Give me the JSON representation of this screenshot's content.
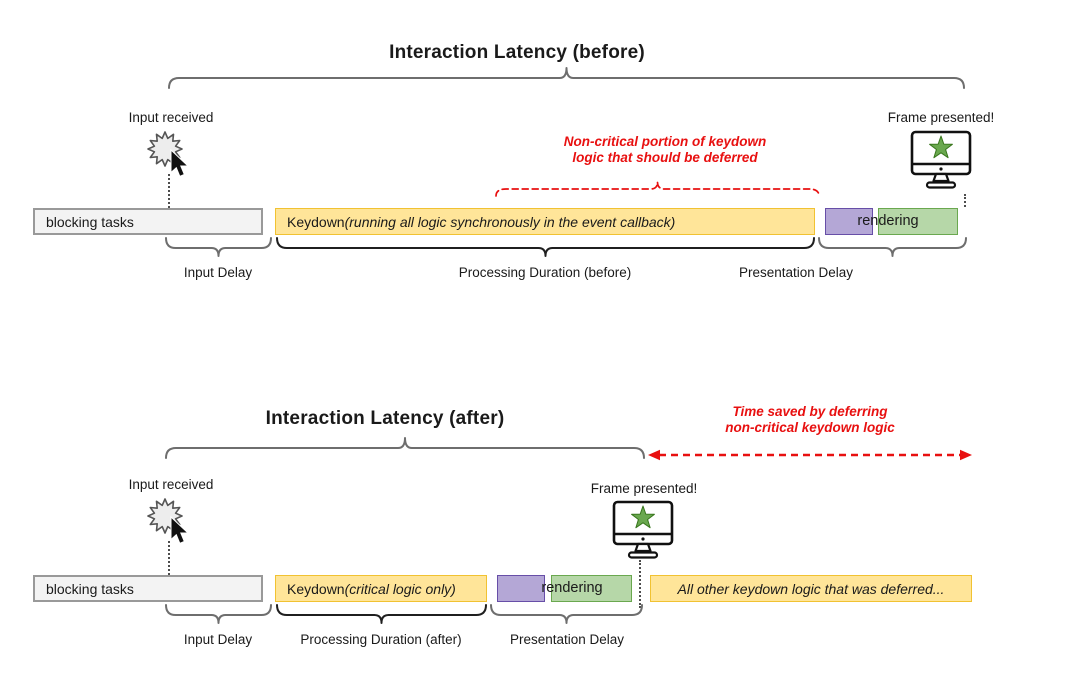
{
  "colors": {
    "yellow_fill": "#ffe599",
    "yellow_border": "#f1c232",
    "purple_fill": "#b4a7d6",
    "purple_border": "#674ea7",
    "green_fill": "#b6d7a8",
    "green_border": "#6aa84f",
    "gray_fill": "#f3f3f3",
    "gray_border": "#999999",
    "annotation_red": "#e81010",
    "star_green": "#6aa84f"
  },
  "before": {
    "title": "Interaction Latency (before)",
    "input_received": "Input received",
    "frame_presented": "Frame presented!",
    "note_line1": "Non-critical portion of keydown",
    "note_line2": "logic that should be deferred",
    "bars": {
      "blocking": "blocking tasks",
      "keydown_normal": "Keydown ",
      "keydown_italic": "(running all logic synchronously in the event callback)",
      "rendering": "rendering"
    },
    "brace_labels": {
      "input_delay": "Input Delay",
      "processing": "Processing Duration (before)",
      "presentation": "Presentation Delay"
    }
  },
  "after": {
    "title": "Interaction Latency (after)",
    "input_received": "Input received",
    "frame_presented": "Frame presented!",
    "note_line1": "Time saved by deferring",
    "note_line2": "non-critical keydown logic",
    "bars": {
      "blocking": "blocking tasks",
      "keydown_normal": "Keydown ",
      "keydown_italic": "(critical logic only)",
      "rendering": "rendering",
      "deferred": "All other keydown logic that was deferred..."
    },
    "brace_labels": {
      "input_delay": "Input Delay",
      "processing": "Processing Duration (after)",
      "presentation": "Presentation Delay"
    }
  }
}
